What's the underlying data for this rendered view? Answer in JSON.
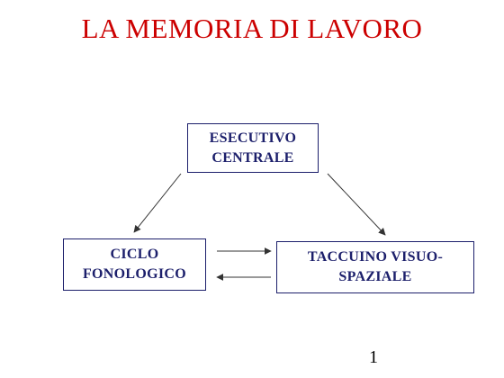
{
  "slide": {
    "title": "LA MEMORIA DI LAVORO",
    "page_number": "1"
  },
  "diagram": {
    "central_executive": {
      "line1": "ESECUTIVO",
      "line2": "CENTRALE"
    },
    "phonological_loop": {
      "line1": "CICLO",
      "line2": "FONOLOGICO"
    },
    "visuospatial_sketchpad": {
      "line1": "TACCUINO VISUO-",
      "line2": "SPAZIALE"
    }
  },
  "colors": {
    "title": "#cc0000",
    "box_text": "#1c1f6b",
    "arrow": "#333333"
  }
}
